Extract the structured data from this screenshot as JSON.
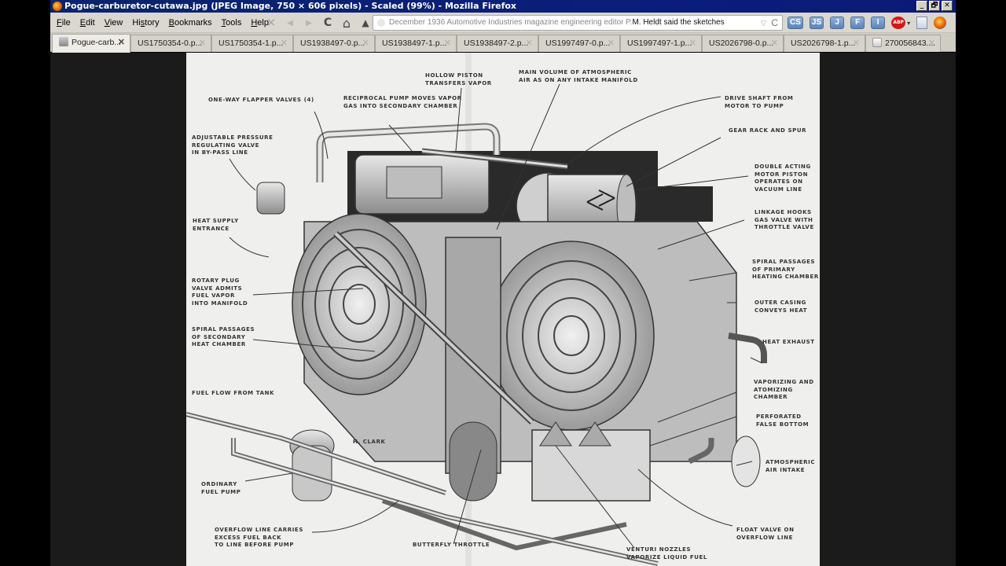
{
  "window": {
    "title": "Pogue-carburetor-cutawa.jpg (JPEG Image, 750 × 606 pixels) - Scaled (99%) - Mozilla Firefox",
    "controls": {
      "minimize": "_",
      "restore": "🗗",
      "close": "✕"
    }
  },
  "menu": {
    "items": [
      {
        "label": "File",
        "accel": "F",
        "rest": "ile"
      },
      {
        "label": "Edit",
        "accel": "E",
        "rest": "dit"
      },
      {
        "label": "View",
        "accel": "V",
        "rest": "iew"
      },
      {
        "label": "History",
        "pre": "Hi",
        "accel": "s",
        "rest": "tory"
      },
      {
        "label": "Bookmarks",
        "accel": "B",
        "rest": "ookmarks"
      },
      {
        "label": "Tools",
        "accel": "T",
        "rest": "ools"
      },
      {
        "label": "Help",
        "accel": "H",
        "rest": "elp"
      }
    ]
  },
  "nav": {
    "icons": {
      "stop": "✕",
      "back": "◀",
      "forward": "▶",
      "reload": "C",
      "home": "⌂",
      "bookmark": "▲"
    }
  },
  "urlbar": {
    "text_dim": "December 1936 Automotive Industries magazine engineering editor P.",
    "text_strong": "M. Heldt said the sketches",
    "dropdown": "▽",
    "reload": "C"
  },
  "addons": [
    "CS",
    "JS",
    "J",
    "F",
    "I"
  ],
  "abp": {
    "label": "ABP",
    "caret": "▾"
  },
  "tabs": [
    {
      "label": "Pogue-carb...",
      "active": true
    },
    {
      "label": "US1750354-0.p...",
      "active": false
    },
    {
      "label": "US1750354-1.p...",
      "active": false
    },
    {
      "label": "US1938497-0.p...",
      "active": false
    },
    {
      "label": "US1938497-1.p...",
      "active": false
    },
    {
      "label": "US1938497-2.p...",
      "active": false
    },
    {
      "label": "US1997497-0.p...",
      "active": false
    },
    {
      "label": "US1997497-1.p...",
      "active": false
    },
    {
      "label": "US2026798-0.p...",
      "active": false
    },
    {
      "label": "US2026798-1.p...",
      "active": false
    },
    {
      "label": "270056843....",
      "active": false
    }
  ],
  "tab_close": "✕",
  "diagram": {
    "labels": {
      "one_way_flapper": "ONE-WAY FLAPPER VALVES (4)",
      "reciprocal_pump": "RECIPROCAL PUMP MOVES VAPOR\nGAS INTO SECONDARY CHAMBER",
      "hollow_piston": "HOLLOW PISTON\nTRANSFERS VAPOR",
      "main_volume": "MAIN VOLUME OF ATMOSPHERIC\nAIR AS ON ANY INTAKE MANIFOLD",
      "drive_shaft": "DRIVE SHAFT FROM\nMOTOR TO PUMP",
      "gear_rack": "GEAR RACK AND SPUR",
      "double_acting": "DOUBLE ACTING\nMOTOR PISTON\nOPERATES ON\nVACUUM LINE",
      "adjustable_pressure": "ADJUSTABLE PRESSURE\nREGULATING VALVE\nIN BY-PASS LINE",
      "heat_supply": "HEAT SUPPLY\nENTRANCE",
      "linkage_hooks": "LINKAGE HOOKS\nGAS VALVE WITH\nTHROTTLE VALVE",
      "spiral_primary": "SPIRAL PASSAGES\nOF PRIMARY\nHEATING CHAMBER",
      "rotary_plug": "ROTARY PLUG\nVALVE ADMITS\nFUEL VAPOR\nINTO MANIFOLD",
      "outer_casing": "OUTER CASING\nCONVEYS HEAT",
      "spiral_secondary": "SPIRAL PASSAGES\nOF SECONDARY\nHEAT CHAMBER",
      "heat_exhaust": "HEAT EXHAUST",
      "vaporizing": "VAPORIZING AND\nATOMIZING\nCHAMBER",
      "fuel_flow": "FUEL FLOW FROM TANK",
      "perforated": "PERFORATED\nFALSE BOTTOM",
      "artist": "H. CLARK",
      "atmospheric_intake": "ATMOSPHERIC\nAIR INTAKE",
      "ordinary_pump": "ORDINARY\nFUEL PUMP",
      "overflow_line": "OVERFLOW LINE CARRIES\nEXCESS FUEL BACK\nTO LINE BEFORE PUMP",
      "butterfly": "BUTTERFLY THROTTLE",
      "float_valve": "FLOAT VALVE ON\nOVERFLOW LINE",
      "venturi": "VENTURI NOZZLES\nVAPORIZE LIQUID FUEL"
    }
  }
}
